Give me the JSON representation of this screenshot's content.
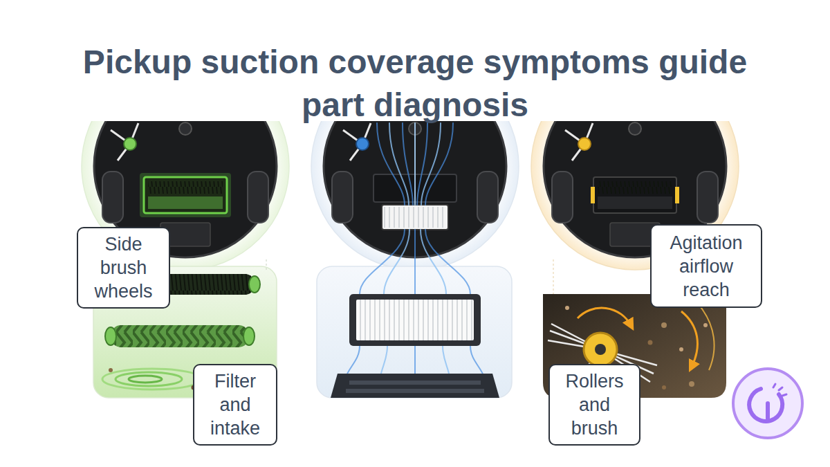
{
  "diagram": {
    "title": "Pickup suction coverage symptoms guide part diagnosis",
    "nodes": [
      {
        "text": [
          "Side brush wheels"
        ]
      },
      {
        "text": [
          "Agitation airflow reach"
        ]
      },
      {
        "text": [
          "Filter and intake"
        ]
      },
      {
        "text": [
          "Rollers and brush"
        ]
      }
    ]
  }
}
